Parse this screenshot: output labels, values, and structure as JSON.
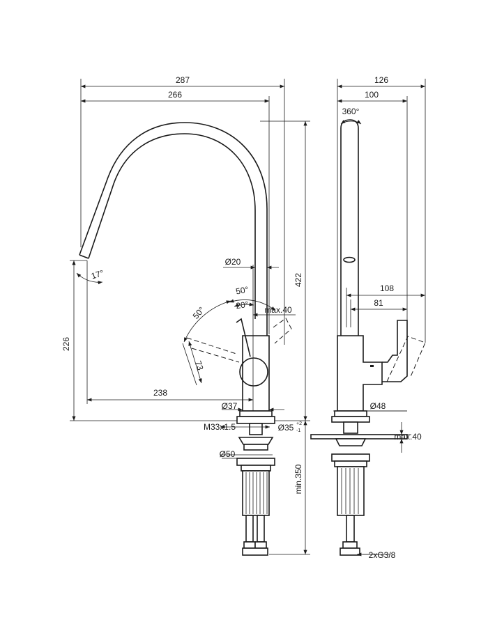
{
  "front_view": {
    "dimensions": {
      "overall_width": "287",
      "spout_reach": "266",
      "overall_height": "422",
      "spout_height": "226",
      "spout_tilt_angle": "17°",
      "pipe_diameter": "Ø20",
      "lever_angle_upper": "50°",
      "lever_angle_lower": "50°",
      "lever_angle_small": "20°",
      "lever_clearance": "max.40",
      "lever_length": "73",
      "spout_to_axis": "238",
      "body_diameter": "Ø37",
      "thread": "M33x1.5",
      "hole_diameter": "Ø35",
      "hole_tol_upper": "+2",
      "hole_tol_lower": "-1",
      "washer_diameter": "Ø50",
      "shank_length": "min.350"
    }
  },
  "side_view": {
    "dimensions": {
      "overall_depth": "126",
      "spout_depth": "100",
      "rotation": "360°",
      "lever_reach": "108",
      "lever_depth": "81",
      "base_diameter": "Ø48",
      "deck_thickness": "max.40",
      "connection": "2xG3/8"
    }
  }
}
